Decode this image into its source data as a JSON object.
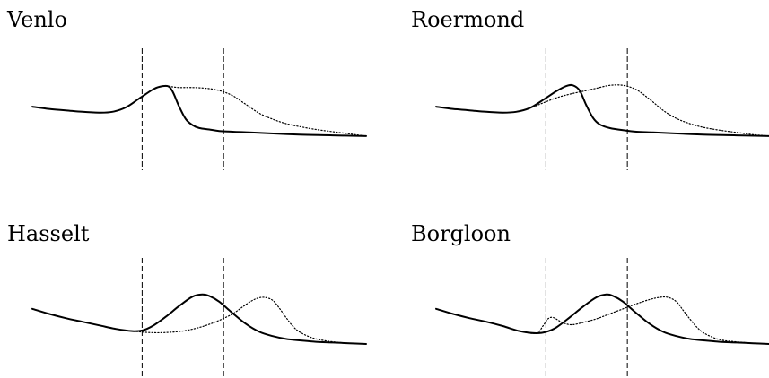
{
  "chart_data": [
    {
      "type": "line",
      "title": "Venlo",
      "xlabel": "",
      "ylabel": "",
      "xlim": [
        0,
        100
      ],
      "ylim": [
        0,
        100
      ],
      "grid": false,
      "dashed_markers_x": [
        32.9,
        57.3
      ],
      "series": [
        {
          "style": "solid",
          "x": [
            0,
            5,
            10,
            15,
            20,
            24,
            28,
            32,
            36,
            38,
            40.5,
            42,
            44,
            46,
            48,
            50,
            53,
            56,
            60,
            65,
            70,
            80,
            90,
            100
          ],
          "y": [
            45,
            42,
            40,
            38,
            37,
            38,
            44,
            56,
            68,
            72,
            73,
            66,
            45,
            28,
            20,
            16,
            14,
            12,
            11,
            10,
            9,
            7,
            6,
            5
          ]
        },
        {
          "style": "dotted",
          "x": [
            0,
            5,
            10,
            15,
            20,
            24,
            28,
            32,
            36,
            38,
            40.5,
            42,
            44,
            48,
            52,
            56,
            60,
            64,
            68,
            72,
            76,
            80,
            85,
            90,
            95,
            100
          ],
          "y": [
            45,
            42,
            40,
            38,
            37,
            38,
            44,
            56,
            68,
            72,
            73,
            72,
            71,
            71,
            70,
            67,
            60,
            48,
            36,
            28,
            22,
            18,
            14,
            11,
            8,
            5
          ]
        }
      ]
    },
    {
      "type": "line",
      "title": "Roermond",
      "xlabel": "",
      "ylabel": "",
      "xlim": [
        0,
        100
      ],
      "ylim": [
        0,
        100
      ],
      "grid": false,
      "dashed_markers_x": [
        32.9,
        57.3
      ],
      "series": [
        {
          "style": "solid",
          "x": [
            0,
            5,
            10,
            15,
            20,
            24,
            28,
            32,
            36,
            39,
            41,
            43,
            45,
            47,
            49,
            52,
            56,
            60,
            65,
            70,
            80,
            90,
            100
          ],
          "y": [
            45,
            42,
            40,
            38,
            37,
            38,
            43,
            54,
            66,
            73,
            74,
            67,
            47,
            30,
            21,
            16,
            13,
            11,
            10,
            9,
            7,
            6,
            5
          ]
        },
        {
          "style": "dotted",
          "x": [
            0,
            5,
            10,
            15,
            20,
            24,
            28,
            32,
            36,
            40,
            44,
            48,
            52,
            56,
            60,
            64,
            68,
            72,
            76,
            80,
            85,
            90,
            95,
            100
          ],
          "y": [
            45,
            42,
            40,
            38,
            37,
            38,
            43,
            50,
            57,
            62,
            66,
            70,
            74,
            74,
            68,
            55,
            40,
            29,
            22,
            17,
            13,
            10,
            7,
            5
          ]
        }
      ]
    },
    {
      "type": "line",
      "title": "Hasselt",
      "xlabel": "",
      "ylabel": "",
      "xlim": [
        0,
        100
      ],
      "ylim": [
        0,
        100
      ],
      "grid": false,
      "dashed_markers_x": [
        32.9,
        57.3
      ],
      "series": [
        {
          "style": "solid",
          "x": [
            0,
            5,
            10,
            15,
            20,
            25,
            30,
            33,
            36,
            40,
            44,
            48,
            50.9,
            53,
            56,
            60,
            64,
            68,
            72,
            76,
            80,
            85,
            90,
            95,
            100
          ],
          "y": [
            54,
            47,
            41,
            36,
            31,
            26,
            23,
            24,
            30,
            43,
            58,
            71,
            74,
            72,
            64,
            48,
            33,
            22,
            16,
            12,
            10,
            8,
            7,
            6,
            5
          ]
        },
        {
          "style": "dotted",
          "x": [
            0,
            5,
            10,
            15,
            20,
            25,
            30,
            35,
            40,
            45,
            50,
            55,
            60,
            64,
            67,
            69.5,
            72,
            74,
            76,
            78,
            80,
            83,
            86,
            90,
            95,
            100
          ],
          "y": [
            54,
            47,
            41,
            36,
            31,
            26,
            23,
            21,
            21,
            23,
            28,
            36,
            47,
            60,
            68,
            70,
            66,
            55,
            42,
            30,
            22,
            15,
            11,
            8,
            6,
            5
          ]
        }
      ]
    },
    {
      "type": "line",
      "title": "Borgloon",
      "xlabel": "",
      "ylabel": "",
      "xlim": [
        0,
        100
      ],
      "ylim": [
        0,
        100
      ],
      "grid": false,
      "dashed_markers_x": [
        32.9,
        57.3
      ],
      "series": [
        {
          "style": "solid",
          "x": [
            0,
            5,
            10,
            15,
            20,
            25,
            30,
            33,
            36,
            40,
            44,
            48,
            51,
            53,
            56,
            60,
            64,
            68,
            72,
            76,
            80,
            85,
            90,
            95,
            100
          ],
          "y": [
            54,
            47,
            41,
            36,
            30,
            23,
            20,
            22,
            28,
            42,
            57,
            70,
            74,
            72,
            64,
            48,
            33,
            22,
            16,
            12,
            10,
            8,
            7,
            6,
            5
          ]
        },
        {
          "style": "dotted",
          "x": [
            0,
            5,
            10,
            15,
            20,
            25,
            30,
            32,
            33.5,
            35,
            37,
            39,
            41,
            44,
            48,
            52,
            56,
            60,
            64,
            67,
            69.5,
            72,
            74,
            76,
            78,
            80,
            83,
            86,
            90,
            95,
            100
          ],
          "y": [
            54,
            47,
            41,
            36,
            30,
            23,
            20,
            30,
            40,
            42,
            37,
            33,
            32,
            35,
            40,
            47,
            54,
            61,
            67,
            70,
            70,
            64,
            52,
            40,
            29,
            21,
            14,
            10,
            8,
            6,
            5
          ]
        }
      ]
    }
  ]
}
